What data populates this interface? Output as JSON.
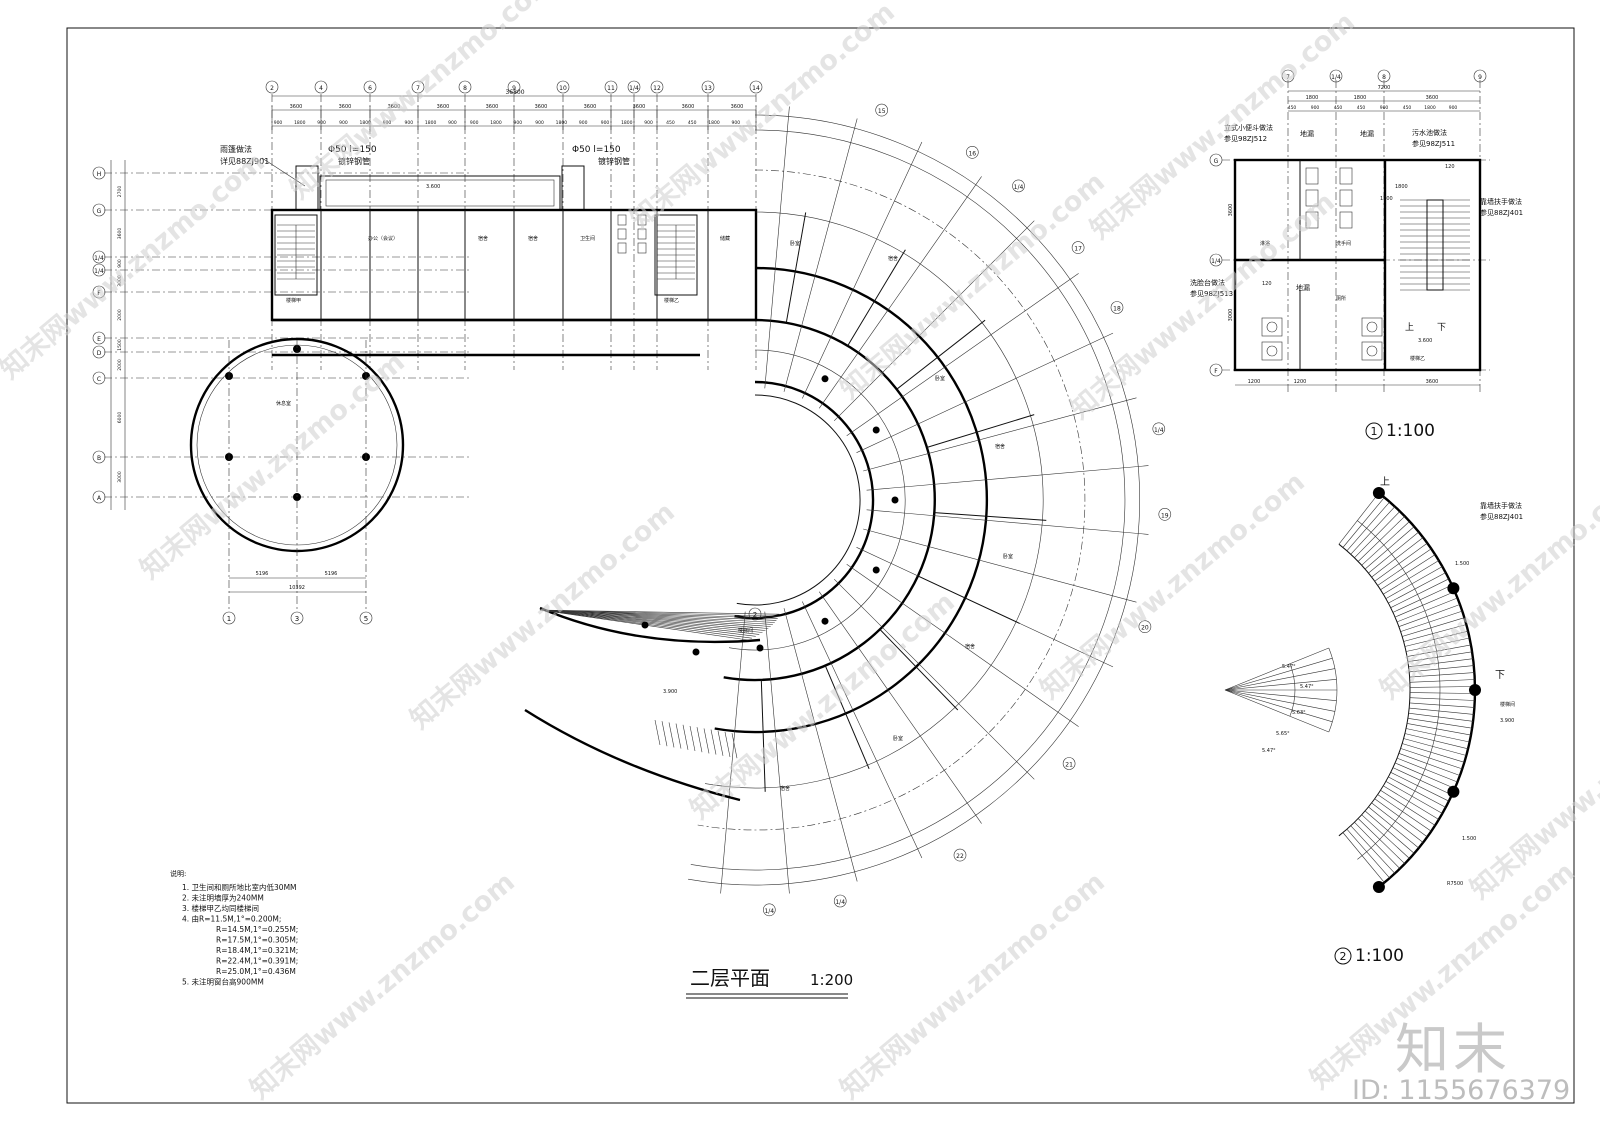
{
  "main_title": "二层平面",
  "main_scale": "1:200",
  "detail1": {
    "no": "1",
    "scale": "1:100"
  },
  "detail2": {
    "no": "2",
    "scale": "1:100"
  },
  "overall_dim": "36800",
  "dims_top": [
    "3600",
    "3600",
    "3600",
    "3600",
    "3600",
    "3600",
    "3600",
    "3600",
    "3600",
    "3600"
  ],
  "dims_top_sub": [
    "900",
    "1800",
    "900",
    "900",
    "1800",
    "900",
    "900",
    "1800",
    "900",
    "900",
    "1800",
    "900",
    "900",
    "1800",
    "900",
    "900",
    "1800",
    "900",
    "450",
    "450",
    "1800",
    "900"
  ],
  "top_axes": [
    "2",
    "4",
    "6",
    "7",
    "8",
    "9",
    "10",
    "11",
    "1/4",
    "12",
    "13",
    "14"
  ],
  "left_axes": [
    "H",
    "G",
    "1/4",
    "1/4",
    "F",
    "E",
    "D",
    "C",
    "B",
    "A"
  ],
  "left_dims": [
    "2700",
    "3600",
    "900",
    "3000",
    "2000",
    "1500",
    "2000",
    "6000",
    "3000",
    "3000"
  ],
  "bottom_axes": [
    "1",
    "3",
    "5"
  ],
  "bottom_dims": [
    "5196",
    "5196",
    "10392"
  ],
  "radial_axes": [
    "15",
    "16",
    "17",
    "18",
    "19",
    "20",
    "21",
    "22",
    "1/4",
    "1/4",
    "1/4",
    "1/4"
  ],
  "notes": {
    "title": "说明:",
    "items": [
      "1. 卫生间和厕所地比室内低30MM",
      "2. 未注明墙厚为240MM",
      "3. 楼梯甲乙均同楼梯间",
      "4. 由R=11.5M,1°=0.200M;",
      "R=14.5M,1°=0.255M;",
      "R=17.5M,1°=0.305M;",
      "R=18.4M,1°=0.321M;",
      "R=22.4M,1°=0.391M;",
      "R=25.0M,1°=0.436M",
      "5. 未注明窗台高900MM"
    ]
  },
  "annotations": {
    "rain_pipe_title": "雨篷做法",
    "rain_pipe_ref": "详见88ZJ901",
    "pipe1": "Φ50 l=150",
    "pipe2": "Φ50 l=150",
    "galv_pipe1": "镀锌钢管",
    "galv_pipe2": "镀锌钢管",
    "level_roof": "3.600",
    "level_stair": "3.900",
    "stair_a": "楼梯甲",
    "stair_b": "楼梯乙",
    "stair_hall": "楼梯间",
    "lounge": "休息室",
    "office": "办公（会议）",
    "bedroom": "卧室",
    "dorm": "宿舍",
    "toilet": "卫生间",
    "storage": "储藏",
    "bath": "浴室",
    "marker_2": "2"
  },
  "detail1_data": {
    "top_axes": [
      "7",
      "1/4",
      "8",
      "9"
    ],
    "overall": "7200",
    "dims_a": [
      "1800",
      "1800",
      "3600"
    ],
    "dims_b": [
      "450",
      "900",
      "450",
      "450",
      "900",
      "450",
      "1800",
      "900"
    ],
    "urinal": "立式小便斗做法",
    "urinal_ref": "参见98ZJ512",
    "floor_drain1": "地漏",
    "floor_drain2": "地漏",
    "floor_drain3": "地漏",
    "mop": "污水池做法",
    "mop_ref": "参见98ZJ511",
    "handrail": "靠墙扶手做法",
    "handrail_ref": "参见88ZJ401",
    "basin": "洗脸台做法",
    "basin_ref": "参见98ZJ513",
    "left_axes": [
      "G",
      "1/4",
      "F"
    ],
    "left_dims": [
      "3600",
      "3000"
    ],
    "bottom_dims": [
      "1200",
      "1200",
      "3600"
    ],
    "dim_1800": "1800",
    "dim_1700": "1700",
    "dim_120a": "120",
    "dim_120b": "120",
    "level": "3.600",
    "stair": "楼梯乙",
    "up": "上",
    "down": "下",
    "shower": "淋浴",
    "washroom": "洗手间",
    "toilet_room": "厕所"
  },
  "detail2_data": {
    "handrail": "靠墙扶手做法",
    "handrail_ref": "参见88ZJ401",
    "up": "上",
    "down": "下",
    "width1": "1.500",
    "width2": "1.500",
    "level": "3.900",
    "stair": "楼梯间",
    "radius": "R7500",
    "angles": [
      "5.47°",
      "5.47°",
      "5.63°",
      "5.65°",
      "5.47°"
    ]
  },
  "watermark": "知末网www.znzmo.com",
  "brand": "知末",
  "id_label": "ID: 1155676379"
}
